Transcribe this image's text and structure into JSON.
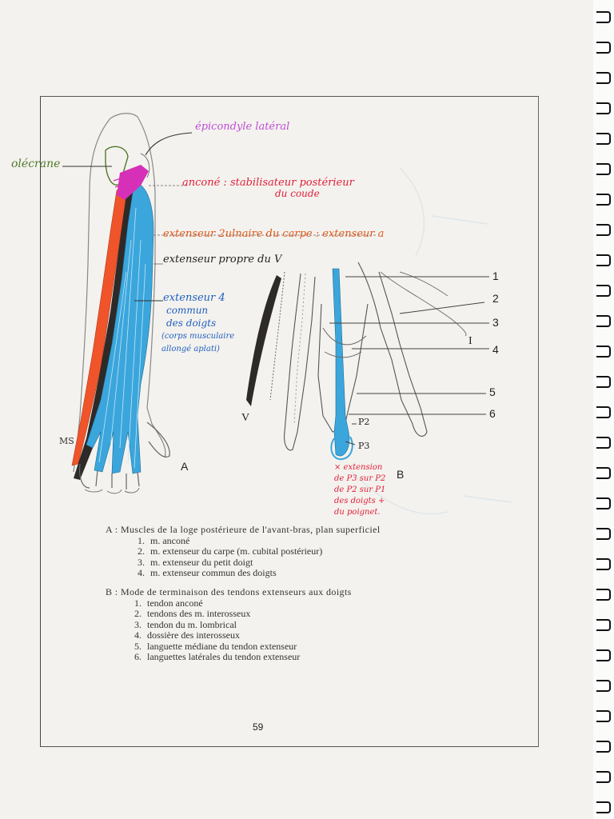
{
  "handwritten_labels": {
    "olecrane": "olécrane",
    "epicondyle": "épicondyle latéral",
    "ancone_line1": "anconé : stabilisateur postérieur",
    "ancone_line2": "du coude",
    "ext_carpe": "extenseur 2ulnaire du carpe : extenseur a",
    "ext_propre": "extenseur propre du V",
    "ext_commun_1": "extenseur 4",
    "ext_commun_2": "commun",
    "ext_commun_3": "des doigts",
    "ext_commun_4": "(corps musculaire",
    "ext_commun_5": "allongé aplati)",
    "ms": "MS",
    "p2": "P2",
    "p3": "P3",
    "ext_note_1": "× extension",
    "ext_note_2": "de P3 sur P2",
    "ext_note_3": "de P2 sur P1",
    "ext_note_4": "des doigts +",
    "ext_note_5": "du poignet."
  },
  "figure": {
    "label_a": "A",
    "label_b": "B",
    "roman_v": "V",
    "roman_i": "I",
    "callouts": [
      "1",
      "2",
      "3",
      "4",
      "5",
      "6"
    ]
  },
  "legend_a": {
    "heading": "A : Muscles de la loge postérieure de l'avant-bras, plan superficiel",
    "items": [
      "m. anconé",
      "m. extenseur du carpe (m. cubital postérieur)",
      "m. extenseur du petit doigt",
      "m. extenseur commun des doigts"
    ]
  },
  "legend_b": {
    "heading": "B : Mode de terminaison des tendons extenseurs aux doigts",
    "items": [
      "tendon anconé",
      "tendons des m. interosseux",
      "tendon du m. lombrical",
      "dossière des interosseux",
      "languette médiane du tendon extenseur",
      "languettes latérales du tendon extenseur"
    ]
  },
  "page_number": "59",
  "colors": {
    "red_orange": "#f0542a",
    "blue": "#3ba6dc",
    "magenta": "#d62fb8",
    "violet": "#c04cd8",
    "olive": "#4f7a2a",
    "handwriting_blue": "#1f5fc0",
    "handwriting_red": "#e0203a"
  }
}
